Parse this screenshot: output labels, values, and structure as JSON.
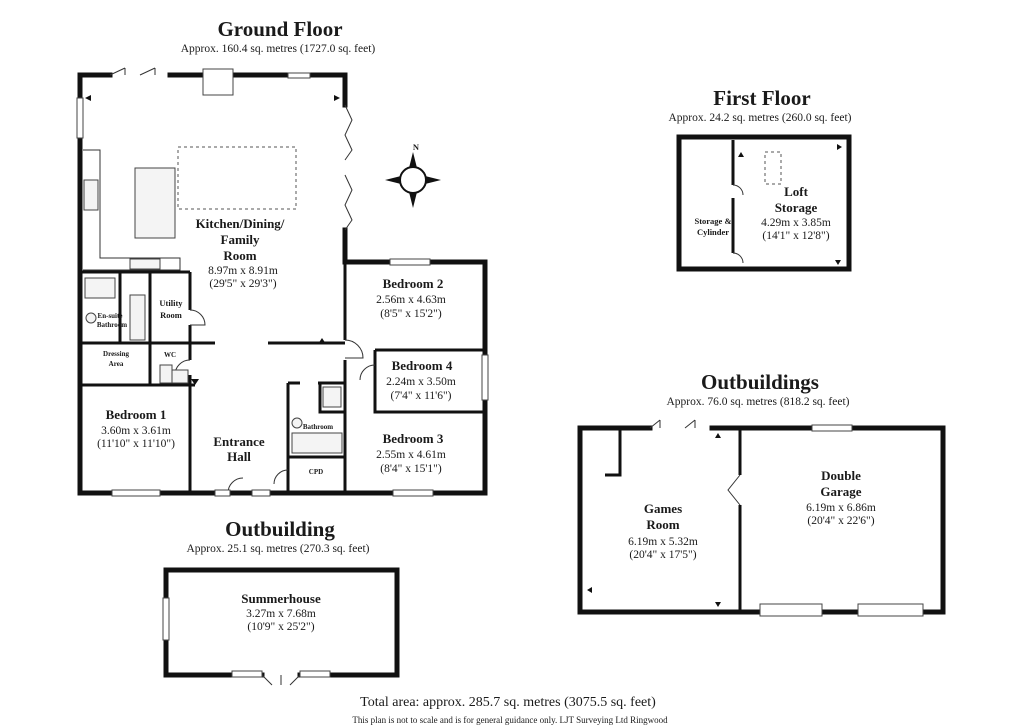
{
  "ground_floor": {
    "title": "Ground Floor",
    "area": "Approx. 160.4 sq. metres (1727.0 sq. feet)",
    "rooms": [
      {
        "id": "kitchen",
        "name_lines": [
          "Kitchen/Dining/",
          "Family",
          "Room"
        ],
        "dim_m": "8.97m x 8.91m",
        "dim_ft": "(29'5\" x 29'3\")"
      },
      {
        "id": "bedroom2",
        "name_lines": [
          "Bedroom 2"
        ],
        "dim_m": "2.56m x 4.63m",
        "dim_ft": "(8'5\" x 15'2\")"
      },
      {
        "id": "bedroom4",
        "name_lines": [
          "Bedroom 4"
        ],
        "dim_m": "2.24m x 3.50m",
        "dim_ft": "(7'4\" x 11'6\")"
      },
      {
        "id": "bedroom3",
        "name_lines": [
          "Bedroom 3"
        ],
        "dim_m": "2.55m x 4.61m",
        "dim_ft": "(8'4\" x 15'1\")"
      },
      {
        "id": "bedroom1",
        "name_lines": [
          "Bedroom 1"
        ],
        "dim_m": "3.60m x 3.61m",
        "dim_ft": "(11'10\" x 11'10\")"
      },
      {
        "id": "entrance",
        "name_lines": [
          "Entrance",
          "Hall"
        ],
        "dim_m": "",
        "dim_ft": ""
      }
    ],
    "labels": {
      "utility": [
        "Utility",
        "Room"
      ],
      "ensuite": [
        "En-suite",
        "Bathroom"
      ],
      "dressing": [
        "Dressing",
        "Area"
      ],
      "wc": "WC",
      "bathroom": "Bathroom",
      "cpd": "CPD"
    }
  },
  "first_floor": {
    "title": "First Floor",
    "area": "Approx. 24.2 sq. metres (260.0 sq. feet)",
    "loft": {
      "name_lines": [
        "Loft",
        "Storage"
      ],
      "dim_m": "4.29m x 3.85m",
      "dim_ft": "(14'1\" x 12'8\")"
    },
    "storage": [
      "Storage &",
      "Cylinder"
    ]
  },
  "outbuildings": {
    "title": "Outbuildings",
    "area": "Approx. 76.0 sq. metres (818.2 sq. feet)",
    "games": {
      "name_lines": [
        "Games",
        "Room"
      ],
      "dim_m": "6.19m x 5.32m",
      "dim_ft": "(20'4\" x 17'5\")"
    },
    "garage": {
      "name_lines": [
        "Double",
        "Garage"
      ],
      "dim_m": "6.19m x 6.86m",
      "dim_ft": "(20'4\" x 22'6\")"
    }
  },
  "outbuilding": {
    "title": "Outbuilding",
    "area": "Approx. 25.1 sq. metres (270.3 sq. feet)",
    "summerhouse": {
      "name_lines": [
        "Summerhouse"
      ],
      "dim_m": "3.27m x 7.68m",
      "dim_ft": "(10'9\" x 25'2\")"
    }
  },
  "compass": {
    "label": "N"
  },
  "footer": {
    "total": "Total area: approx. 285.7 sq. metres (3075.5 sq. feet)",
    "note": "This plan is not to scale and is for general guidance only. LJT Surveying Ltd Ringwood"
  }
}
